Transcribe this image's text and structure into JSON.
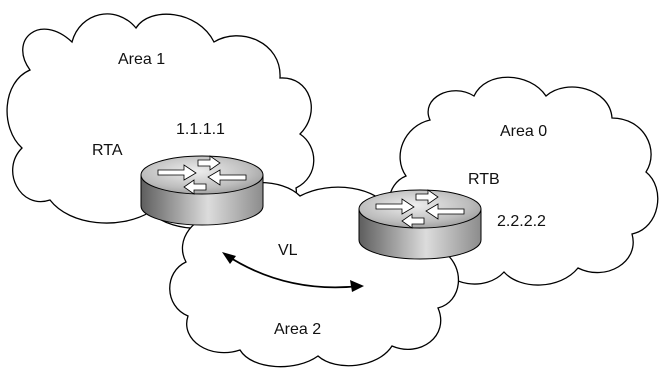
{
  "areas": {
    "area1": "Area 1",
    "area0": "Area 0",
    "area2": "Area 2"
  },
  "routers": {
    "rta": {
      "name": "RTA",
      "id": "1.1.1.1"
    },
    "rtb": {
      "name": "RTB",
      "id": "2.2.2.2"
    }
  },
  "link": {
    "label": "VL"
  },
  "icons": [
    "router-icon",
    "cloud-icon",
    "double-arrow-icon"
  ],
  "colors": {
    "router_dark": "#6f6f6f",
    "router_light": "#e6e6e6",
    "outline": "#000000",
    "background": "#ffffff"
  }
}
